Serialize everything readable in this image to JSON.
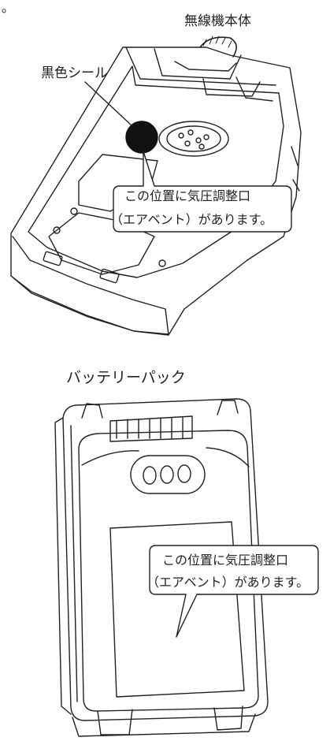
{
  "page": {
    "dot_mark": "。"
  },
  "radio": {
    "title": "無線機本体",
    "seal_label": "黒色シール",
    "callout_line1": "この位置に気圧調整口",
    "callout_line2": "（エアベント）があります。"
  },
  "battery": {
    "title": "バッテリーパック",
    "callout_line1": "この位置に気圧調整口",
    "callout_line2": "（エアベント）があります。"
  },
  "colors": {
    "line": "#222222",
    "seal": "#111111",
    "background": "#ffffff"
  }
}
